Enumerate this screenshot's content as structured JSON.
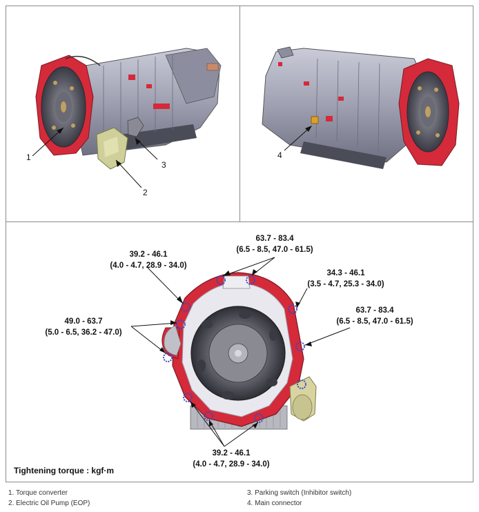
{
  "panel_top_left": {
    "callouts": [
      "1",
      "2",
      "3"
    ]
  },
  "panel_top_right": {
    "callouts": [
      "4"
    ]
  },
  "panel_bottom": {
    "torques": [
      {
        "range": "63.7 - 83.4",
        "detail": "(6.5 - 8.5, 47.0 - 61.5)"
      },
      {
        "range": "39.2 - 46.1",
        "detail": "(4.0 - 4.7, 28.9 - 34.0)"
      },
      {
        "range": "34.3 - 46.1",
        "detail": "(3.5 - 4.7, 25.3 - 34.0)"
      },
      {
        "range": "49.0 - 63.7",
        "detail": "(5.0 - 6.5, 36.2 - 47.0)"
      },
      {
        "range": "63.7 - 83.4",
        "detail": "(6.5 - 8.5, 47.0 - 61.5)"
      },
      {
        "range": "39.2 - 46.1",
        "detail": "(4.0 - 4.7, 28.9 - 34.0)"
      }
    ],
    "footer": "Tightening torque : kgf·m"
  },
  "legend": [
    "1. Torque converter",
    "2. Electric Oil Pump (EOP)",
    "3. Parking switch (Inhibitor switch)",
    "4. Main connector"
  ],
  "colors": {
    "flange": "#d42a3a",
    "housing": "#a6a8b8",
    "bolt_marker": "#3b46c4"
  }
}
